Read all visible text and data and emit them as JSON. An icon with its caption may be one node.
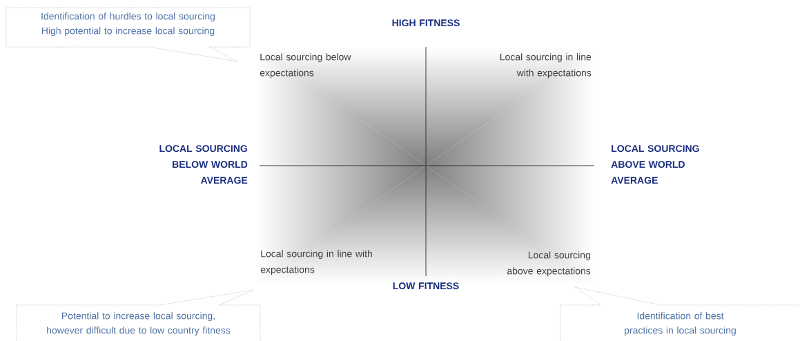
{
  "diagram": {
    "nodes": [
      {
        "text": [
          "Identification of hurdles to local sourcing High potential to increase local sourcing"
        ]
      },
      {
        "text": [
          "Potential to increase local sourcing, however difficult due to low country fitness"
        ]
      },
      {
        "text": [
          "Identification of best practices in local sourcing"
        ]
      }
    ],
    "labels": [
      "HIGH FITNESS",
      "Local sourcing below expectations",
      "Local sourcing in line with expectations",
      "LOCAL SOURCING BELOW WORLD AVERAGE",
      "LOCAL SOURCING ABOVE WORLD AVERAGE",
      "Local sourcing in line with expectations",
      "Local sourcing above expectations",
      "LOW FITNESS"
    ]
  }
}
